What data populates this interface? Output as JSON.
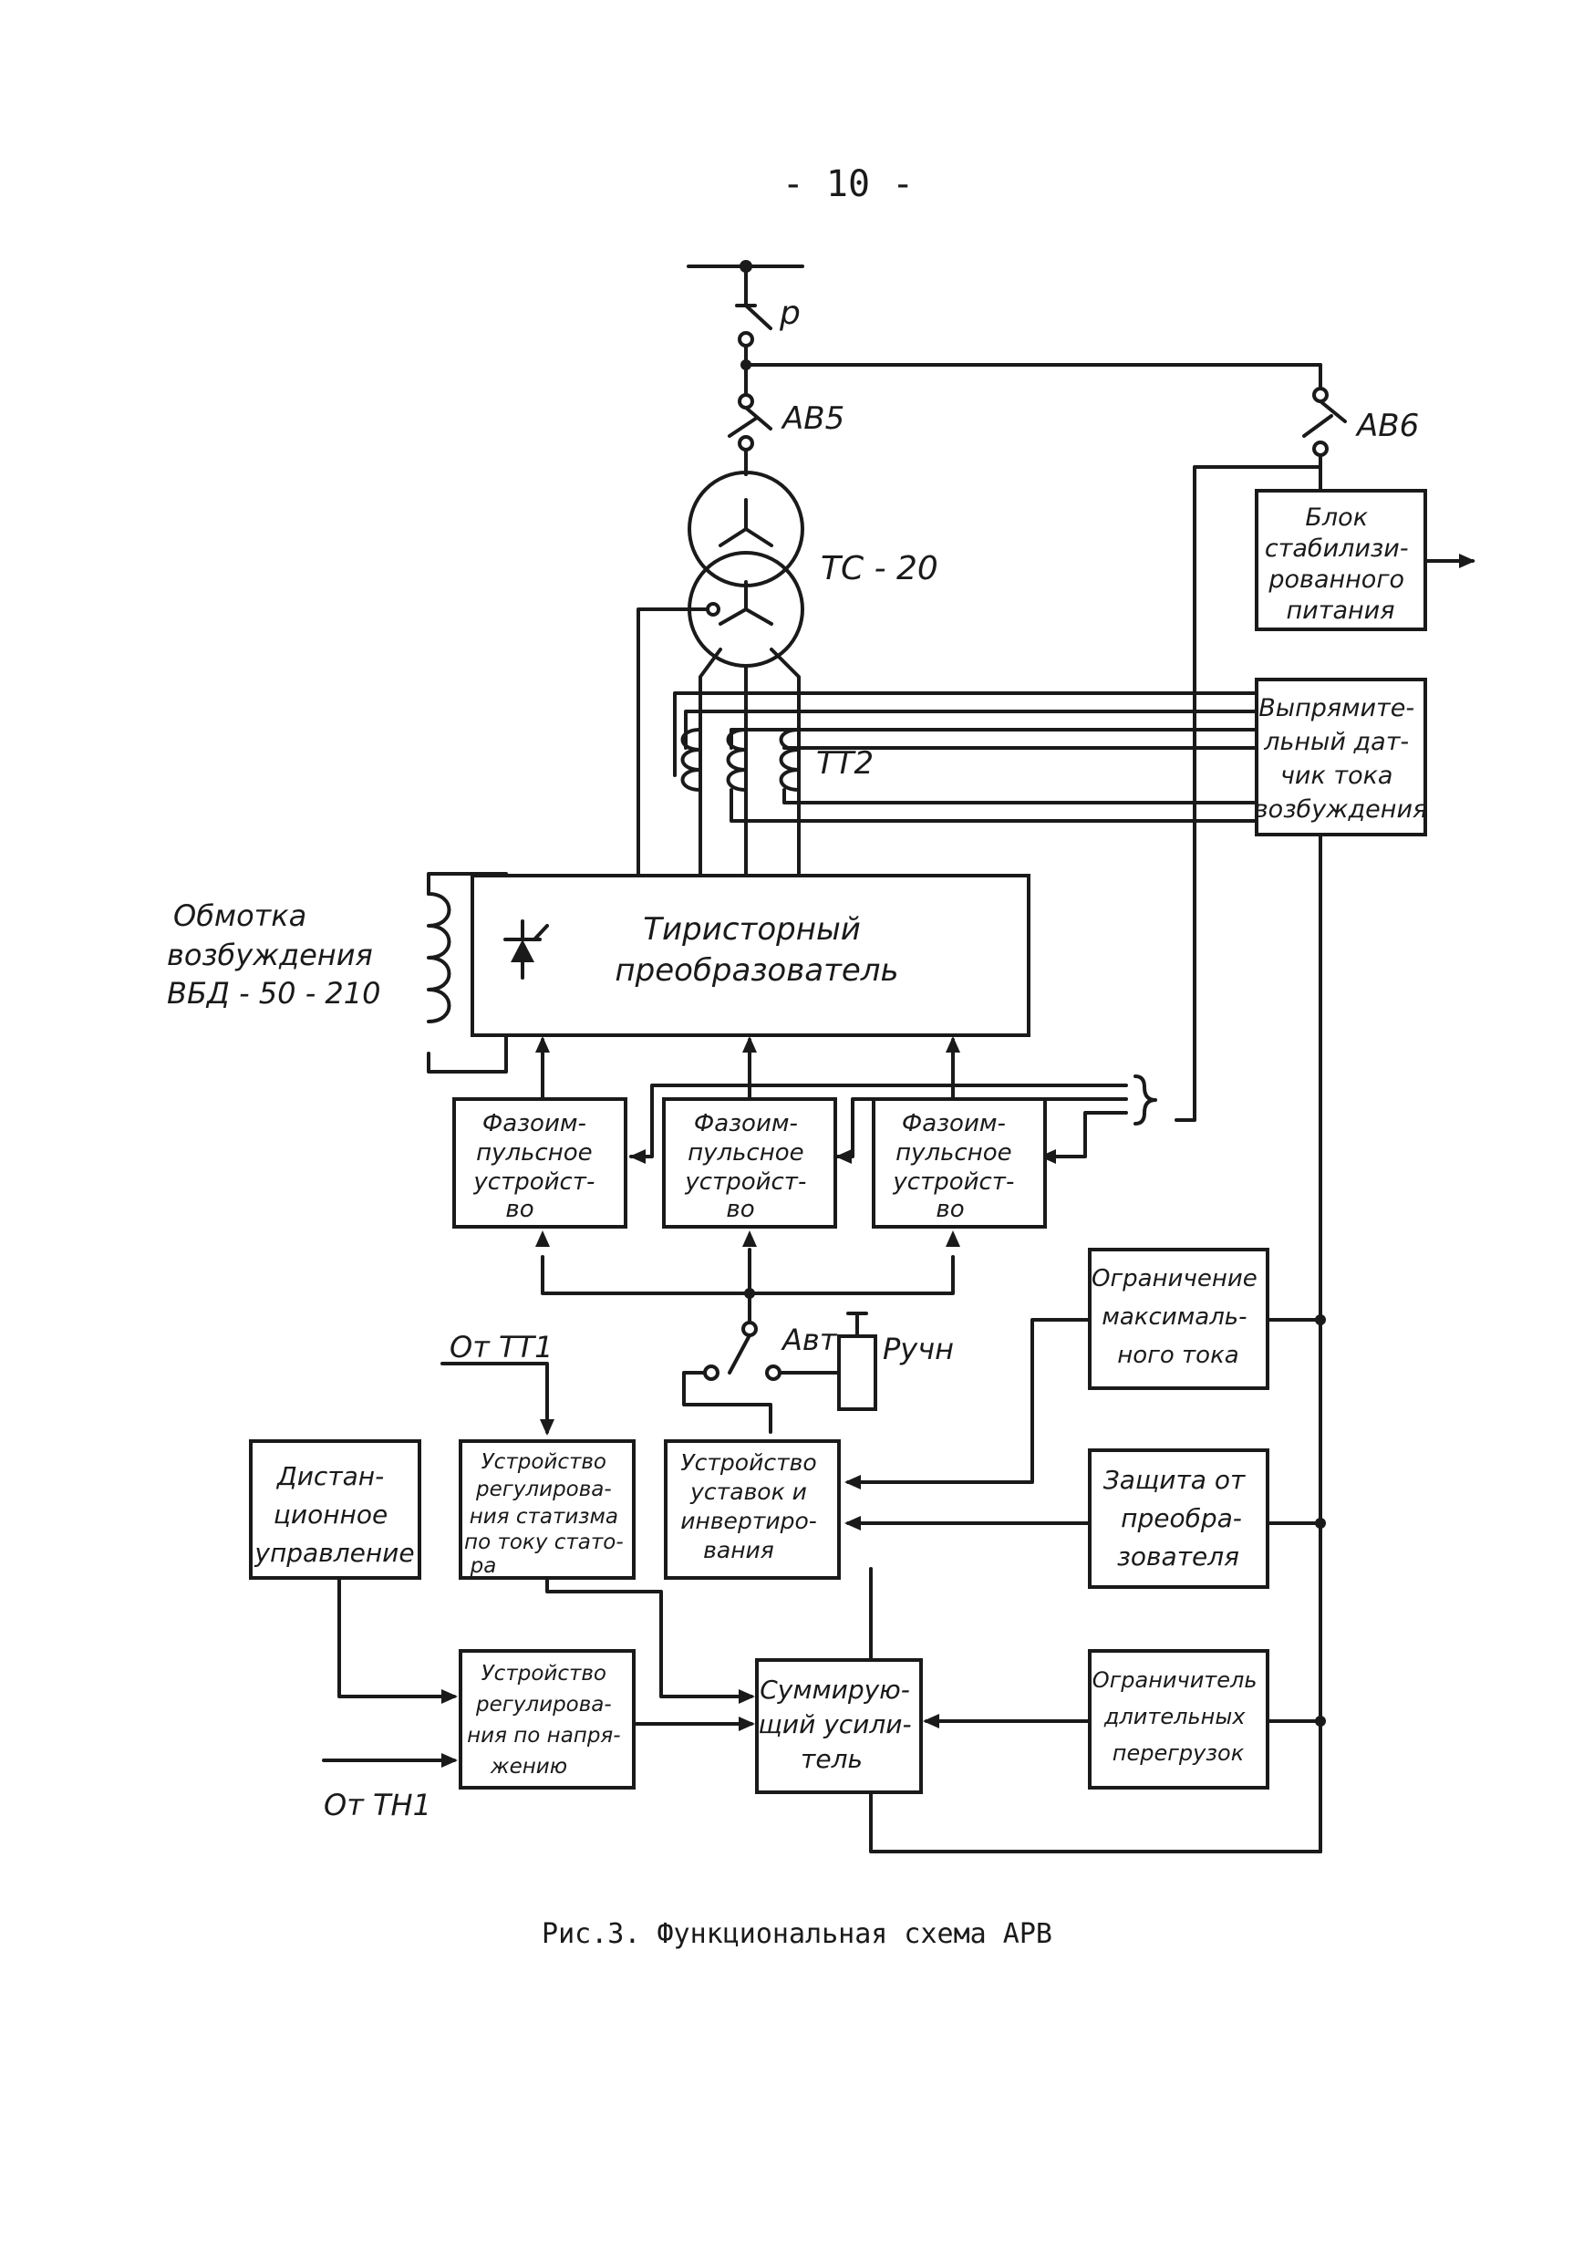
{
  "page_number": "- 10 -",
  "caption": "Рис.3. Функциональная схема АРВ",
  "labels": {
    "switch_p": "р",
    "breaker_av5": "АВ5",
    "breaker_av6": "АВ6",
    "transformer": "ТС - 20",
    "current_transformer": "ТТ2",
    "winding": [
      "Обмотка",
      "возбуждения",
      "ВБД - 50 - 210"
    ],
    "auto_mode": "Авт",
    "manual_mode": "Ручн",
    "from_tt1": "От ТТ1",
    "from_tn1": "От ТН1"
  },
  "blocks": {
    "stabilized_power": [
      "Блок",
      "стабилизи-",
      "рованного",
      "питания"
    ],
    "rectifier_sensor": [
      "Выпрямите-",
      "льный дат-",
      "чик тока",
      "возбуждения"
    ],
    "thyristor_converter": [
      "Тиристорный",
      "преобразователь"
    ],
    "phase_pulse_1": [
      "Фазоим-",
      "пульсное",
      "устройст-",
      "во"
    ],
    "phase_pulse_2": [
      "Фазоим-",
      "пульсное",
      "устройст-",
      "во"
    ],
    "phase_pulse_3": [
      "Фазоим-",
      "пульсное",
      "устройст-",
      "во"
    ],
    "max_current_limit": [
      "Ограничение",
      "максималь-",
      "ного тока"
    ],
    "remote_control": [
      "Дистан-",
      "ционное",
      "управление"
    ],
    "stator_current_reg": [
      "Устройство",
      "регулирова-",
      "ния статизма",
      "по току стато-",
      "ра"
    ],
    "setpoint_inversion": [
      "Устройство",
      "уставок и",
      "инвертиро-",
      "вания"
    ],
    "converter_protection": [
      "Защита от",
      "преобра-",
      "зователя"
    ],
    "voltage_reg": [
      "Устройство",
      "регулирова-",
      "ния по напря-",
      "жению"
    ],
    "summing_amplifier": [
      "Суммирую-",
      "щий усили-",
      "тель"
    ],
    "overload_limiter": [
      "Ограничитель",
      "длительных",
      "перегрузок"
    ]
  }
}
